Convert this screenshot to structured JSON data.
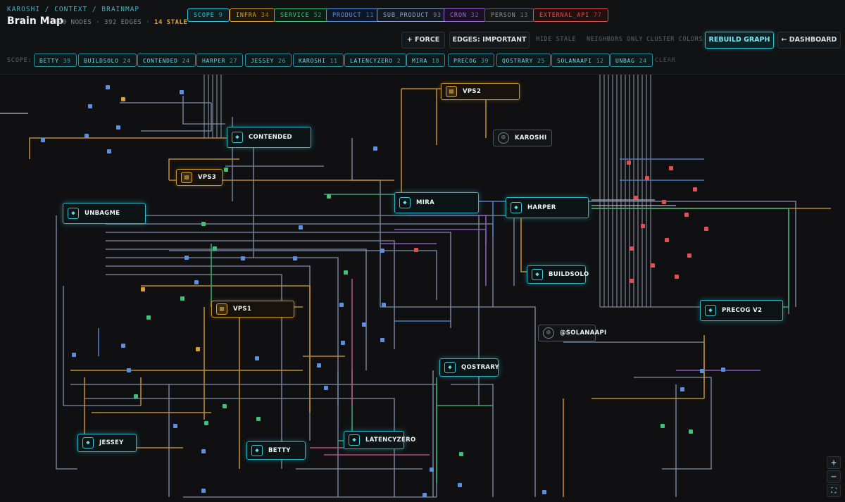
{
  "header": {
    "breadcrumb": "KAROSHI / CONTEXT / BRAINMAP",
    "title": "Brain Map",
    "stats": "240 NODES · 392 EDGES ·",
    "stale": "14 STALE"
  },
  "type_filters": [
    {
      "label": "SCOPE",
      "count": "9",
      "color": "#2fc2d4"
    },
    {
      "label": "INFRA",
      "count": "34",
      "color": "#d9a03a"
    },
    {
      "label": "SERVICE",
      "count": "52",
      "color": "#3ec27a"
    },
    {
      "label": "PRODUCT",
      "count": "11",
      "color": "#5b8fe0"
    },
    {
      "label": "SUB_PRODUCT",
      "count": "93",
      "color": "#8fa4c8"
    },
    {
      "label": "CRON",
      "count": "32",
      "color": "#9b6ad8"
    },
    {
      "label": "PERSON",
      "count": "13",
      "color": "#8a9096"
    },
    {
      "label": "EXTERNAL_API",
      "count": "77",
      "color": "#e05252"
    }
  ],
  "controls": {
    "force": "+ FORCE",
    "edges": "EDGES: IMPORTANT",
    "hide_stale": "HIDE STALE",
    "neighbors_only": "NEIGHBORS ONLY",
    "cluster_colors": "CLUSTER COLORS",
    "rebuild": "REBUILD GRAPH",
    "dashboard": "← DASHBOARD"
  },
  "scope": {
    "label": "SCOPE:",
    "clear": "CLEAR",
    "chips": [
      {
        "label": "BETTY",
        "count": "39"
      },
      {
        "label": "BUILDSOLO",
        "count": "24"
      },
      {
        "label": "CONTENDED",
        "count": "24"
      },
      {
        "label": "HARPER",
        "count": "27"
      },
      {
        "label": "JESSEY",
        "count": "26"
      },
      {
        "label": "KAROSHI",
        "count": "11"
      },
      {
        "label": "LATENCYZERO",
        "count": "2"
      },
      {
        "label": "MIRA",
        "count": "18"
      },
      {
        "label": "PRECOG",
        "count": "39"
      },
      {
        "label": "QOSTRARY",
        "count": "25"
      },
      {
        "label": "SOLANAAPI",
        "count": "12"
      },
      {
        "label": "UNBAG",
        "count": "24"
      }
    ]
  },
  "nodes": {
    "contended": "CONTENDED",
    "vps2": "VPS2",
    "karoshi": "KAROSHI",
    "vps3": "VPS3",
    "mira": "MIRA",
    "harper": "HARPER",
    "unbagme": "UNBAGME",
    "buildsolo": "BUILDSOLO",
    "vps1": "VPS1",
    "precog": "PRECOG V2",
    "solanaapi": "@SOLANAAPI",
    "qostrary": "QOSTRARY",
    "jessey": "JESSEY",
    "betty": "BETTY",
    "latencyzero": "LATENCYZERO"
  },
  "zoom": {
    "in": "+",
    "out": "−",
    "fit": "⛶"
  }
}
